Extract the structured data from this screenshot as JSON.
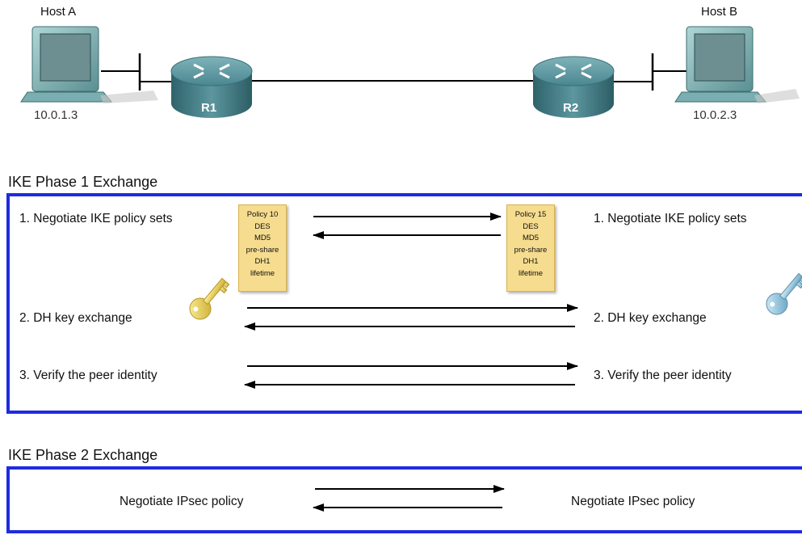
{
  "topology": {
    "host_a": {
      "label": "Host A",
      "ip": "10.0.1.3"
    },
    "host_b": {
      "label": "Host B",
      "ip": "10.0.2.3"
    },
    "router_1": {
      "label": "R1"
    },
    "router_2": {
      "label": "R2"
    }
  },
  "phase1": {
    "title": "IKE Phase 1 Exchange",
    "left_steps": [
      "1. Negotiate IKE policy sets",
      "2. DH key exchange",
      "3. Verify the peer identity"
    ],
    "right_steps": [
      "1. Negotiate IKE policy sets",
      "2. DH key exchange",
      "3. Verify the peer identity"
    ],
    "policy_left": [
      "Policy 10",
      "DES",
      "MD5",
      "pre-share",
      "DH1",
      "lifetime"
    ],
    "policy_right": [
      "Policy 15",
      "DES",
      "MD5",
      "pre-share",
      "DH1",
      "lifetime"
    ]
  },
  "phase2": {
    "title": "IKE Phase 2 Exchange",
    "left": "Negotiate IPsec policy",
    "right": "Negotiate IPsec policy"
  },
  "colors": {
    "box_border": "#1f2be0",
    "router": "#4f8a94",
    "policy_note": "#f6dc8e",
    "key_left": "#e8d65a",
    "key_right": "#8fc6e0"
  }
}
